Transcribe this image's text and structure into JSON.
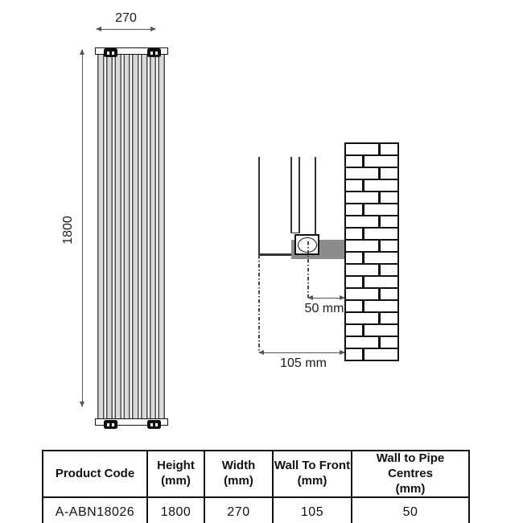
{
  "front": {
    "width_label": "270",
    "height_label": "1800"
  },
  "side": {
    "pipe_centres_label": "50 mm",
    "wall_to_front_label": "105 mm"
  },
  "table": {
    "headers": [
      {
        "t": "Product Code",
        "s": ""
      },
      {
        "t": "Height",
        "s": "(mm)"
      },
      {
        "t": "Width",
        "s": "(mm)"
      },
      {
        "t": "Wall To Front",
        "s": "(mm)"
      },
      {
        "t": "Wall to Pipe Centres",
        "s": "(mm)"
      }
    ],
    "row": [
      "A-ABN18026",
      "1800",
      "270",
      "105",
      "50"
    ]
  },
  "colors": {
    "line": "#111111",
    "dim_line": "#555555",
    "slat_fill": "#d8d8d8",
    "slat_edge": "#4a4a4a",
    "wall_bracket_gray": "#8c8c8c"
  }
}
